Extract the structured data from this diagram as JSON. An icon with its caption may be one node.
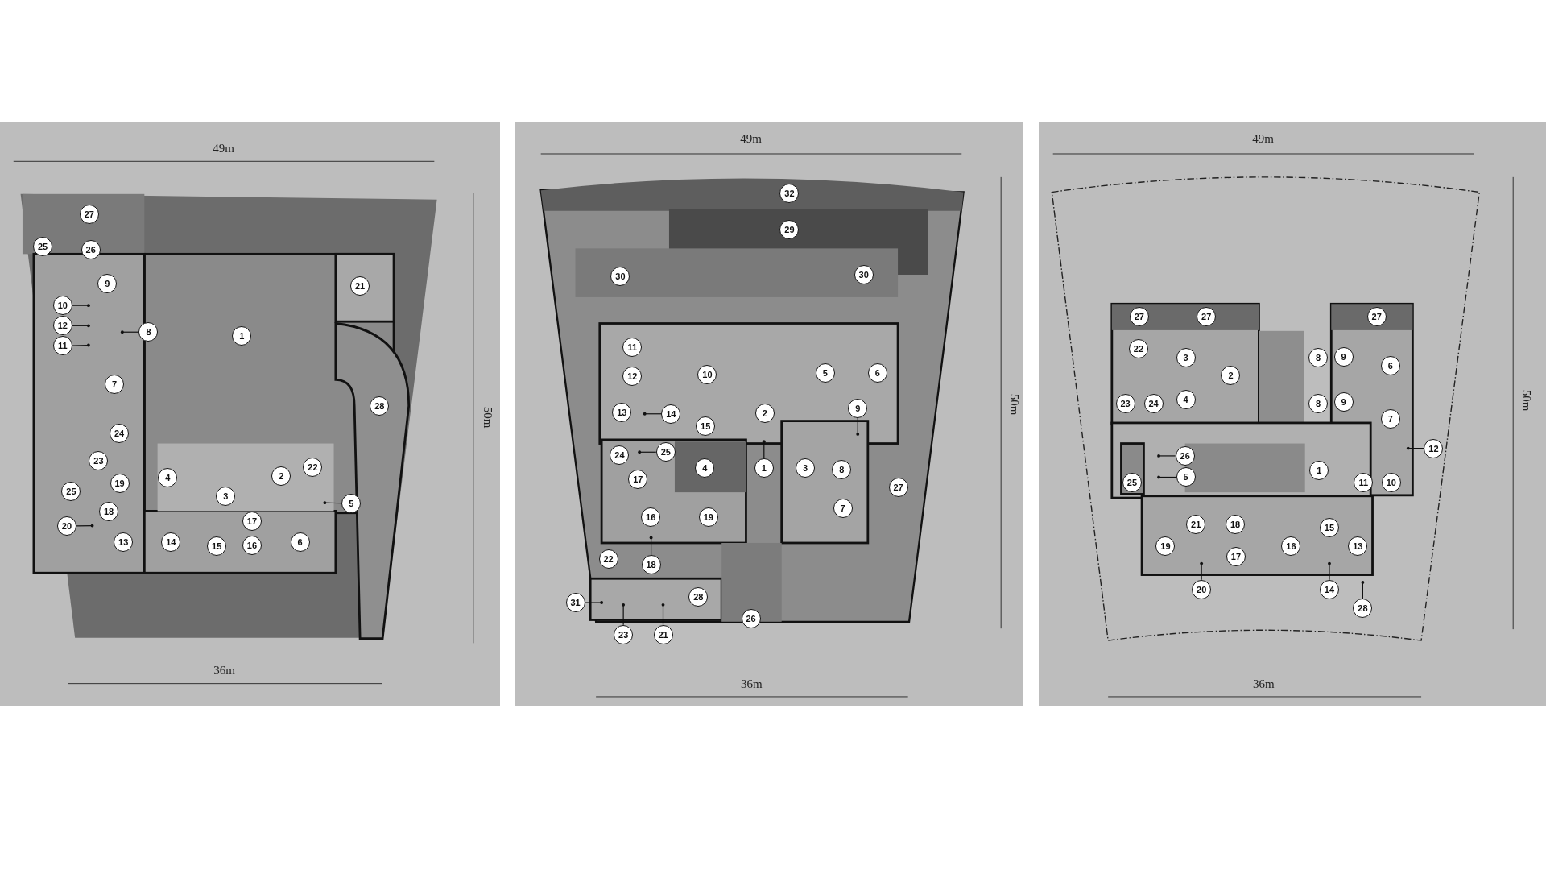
{
  "diagram": {
    "nodes": [
      {
        "text": [
          "27"
        ]
      },
      {
        "text": [
          "25"
        ]
      },
      {
        "text": [
          "26"
        ]
      },
      {
        "text": [
          "9"
        ]
      },
      {
        "text": [
          "21"
        ]
      },
      {
        "text": [
          "10"
        ]
      },
      {
        "text": [
          "12"
        ]
      },
      {
        "text": [
          "8"
        ]
      },
      {
        "text": [
          "1"
        ]
      },
      {
        "text": [
          "11"
        ]
      },
      {
        "text": [
          "7"
        ]
      },
      {
        "text": [
          "28"
        ]
      },
      {
        "text": [
          "24"
        ]
      },
      {
        "text": [
          "23"
        ]
      },
      {
        "text": [
          "22"
        ]
      },
      {
        "text": [
          "19"
        ]
      },
      {
        "text": [
          "4"
        ]
      },
      {
        "text": [
          "2"
        ]
      },
      {
        "text": [
          "25"
        ]
      },
      {
        "text": [
          "3"
        ]
      },
      {
        "text": [
          "18"
        ]
      },
      {
        "text": [
          "5"
        ]
      },
      {
        "text": [
          "20"
        ]
      },
      {
        "text": [
          "17"
        ]
      },
      {
        "text": [
          "13"
        ]
      },
      {
        "text": [
          "14"
        ]
      },
      {
        "text": [
          "15"
        ]
      },
      {
        "text": [
          "16"
        ]
      },
      {
        "text": [
          "6"
        ]
      },
      {
        "text": [
          "32"
        ]
      },
      {
        "text": [
          "29"
        ]
      },
      {
        "text": [
          "30"
        ]
      },
      {
        "text": [
          "30"
        ]
      },
      {
        "text": [
          "11"
        ]
      },
      {
        "text": [
          "12"
        ]
      },
      {
        "text": [
          "10"
        ]
      },
      {
        "text": [
          "5"
        ]
      },
      {
        "text": [
          "6"
        ]
      },
      {
        "text": [
          "13"
        ]
      },
      {
        "text": [
          "14"
        ]
      },
      {
        "text": [
          "2"
        ]
      },
      {
        "text": [
          "9"
        ]
      },
      {
        "text": [
          "15"
        ]
      },
      {
        "text": [
          "24"
        ]
      },
      {
        "text": [
          "25"
        ]
      },
      {
        "text": [
          "4"
        ]
      },
      {
        "text": [
          "1"
        ]
      },
      {
        "text": [
          "3"
        ]
      },
      {
        "text": [
          "8"
        ]
      },
      {
        "text": [
          "17"
        ]
      },
      {
        "text": [
          "27"
        ]
      },
      {
        "text": [
          "7"
        ]
      },
      {
        "text": [
          "16"
        ]
      },
      {
        "text": [
          "19"
        ]
      },
      {
        "text": [
          "18"
        ]
      },
      {
        "text": [
          "22"
        ]
      },
      {
        "text": [
          "31"
        ]
      },
      {
        "text": [
          "28"
        ]
      },
      {
        "text": [
          "26"
        ]
      },
      {
        "text": [
          "23"
        ]
      },
      {
        "text": [
          "21"
        ]
      },
      {
        "text": [
          "27"
        ]
      },
      {
        "text": [
          "27"
        ]
      },
      {
        "text": [
          "27"
        ]
      },
      {
        "text": [
          "22"
        ]
      },
      {
        "text": [
          "3"
        ]
      },
      {
        "text": [
          "8"
        ]
      },
      {
        "text": [
          "9"
        ]
      },
      {
        "text": [
          "6"
        ]
      },
      {
        "text": [
          "2"
        ]
      },
      {
        "text": [
          "23"
        ]
      },
      {
        "text": [
          "24"
        ]
      },
      {
        "text": [
          "4"
        ]
      },
      {
        "text": [
          "8"
        ]
      },
      {
        "text": [
          "9"
        ]
      },
      {
        "text": [
          "7"
        ]
      },
      {
        "text": [
          "12"
        ]
      },
      {
        "text": [
          "26"
        ]
      },
      {
        "text": [
          "1"
        ]
      },
      {
        "text": [
          "25"
        ]
      },
      {
        "text": [
          "5"
        ]
      },
      {
        "text": [
          "11"
        ]
      },
      {
        "text": [
          "10"
        ]
      },
      {
        "text": [
          "21"
        ]
      },
      {
        "text": [
          "18"
        ]
      },
      {
        "text": [
          "15"
        ]
      },
      {
        "text": [
          "19"
        ]
      },
      {
        "text": [
          "16"
        ]
      },
      {
        "text": [
          "13"
        ]
      },
      {
        "text": [
          "17"
        ]
      },
      {
        "text": [
          "20"
        ]
      },
      {
        "text": [
          "14"
        ]
      },
      {
        "text": [
          "28"
        ]
      }
    ],
    "edges": [
      {
        "from": 5,
        "to": null,
        "arrow": "other"
      },
      {
        "from": 6,
        "to": null,
        "arrow": "other"
      },
      {
        "from": 7,
        "to": null,
        "arrow": "other"
      },
      {
        "from": 9,
        "to": null,
        "arrow": "other"
      },
      {
        "from": 21,
        "to": null,
        "arrow": "other"
      },
      {
        "from": 22,
        "to": null,
        "arrow": "other"
      },
      {
        "from": 39,
        "to": null,
        "arrow": "other"
      },
      {
        "from": 41,
        "to": null,
        "arrow": "other"
      },
      {
        "from": 44,
        "to": null,
        "arrow": "other"
      },
      {
        "from": 46,
        "to": null,
        "arrow": "other"
      },
      {
        "from": 54,
        "to": null,
        "arrow": "other"
      },
      {
        "from": 56,
        "to": null,
        "arrow": "other"
      },
      {
        "from": 59,
        "to": null,
        "arrow": "other"
      },
      {
        "from": 60,
        "to": null,
        "arrow": "other"
      },
      {
        "from": 76,
        "to": null,
        "arrow": "other"
      },
      {
        "from": 77,
        "to": null,
        "arrow": "other"
      },
      {
        "from": 80,
        "to": null,
        "arrow": "other"
      },
      {
        "from": 90,
        "to": null,
        "arrow": "other"
      },
      {
        "from": 91,
        "to": null,
        "arrow": "other"
      },
      {
        "from": 92,
        "to": null,
        "arrow": "other"
      }
    ],
    "labels": [
      "49m",
      "50m",
      "36m",
      "49m",
      "50m",
      "36m",
      "49m",
      "50m",
      "36m"
    ]
  }
}
